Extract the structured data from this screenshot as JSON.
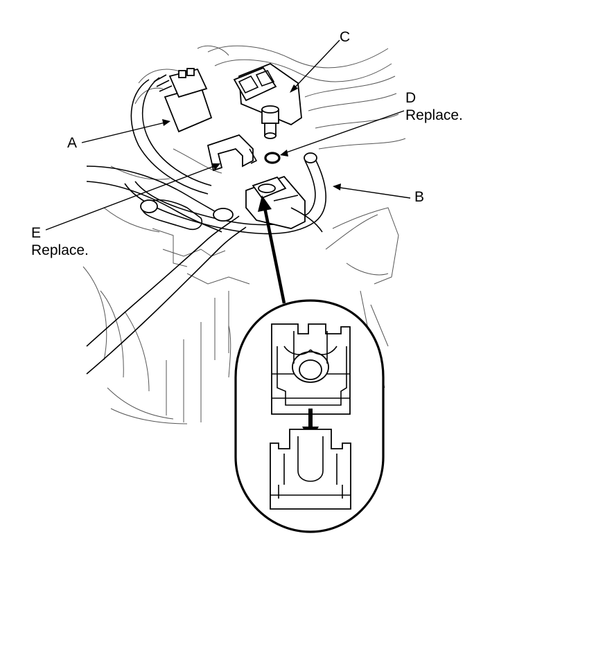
{
  "callouts": {
    "a": {
      "letter": "A"
    },
    "b": {
      "letter": "B"
    },
    "c": {
      "letter": "C"
    },
    "d": {
      "letter": "D",
      "note": "Replace."
    },
    "e": {
      "letter": "E",
      "note": "Replace."
    }
  },
  "colors": {
    "line": "#000000",
    "background_line": "#555555",
    "paper": "#ffffff"
  }
}
